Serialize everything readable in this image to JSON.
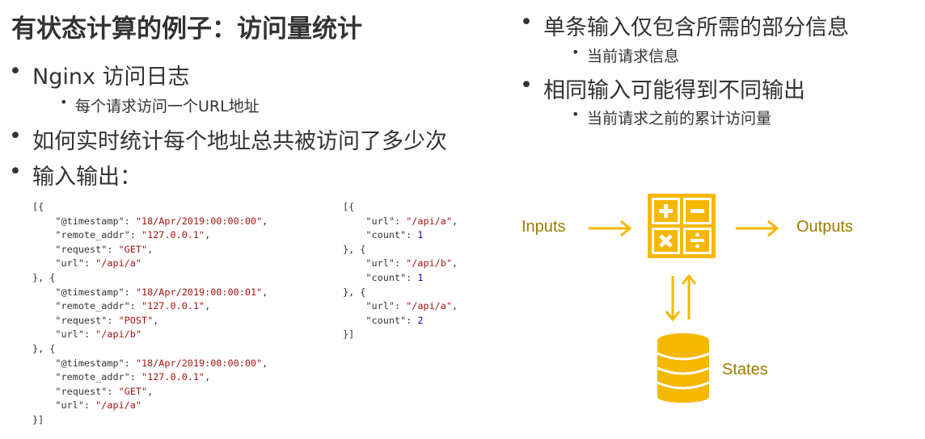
{
  "title": "有状态计算的例子：访问量统计",
  "left_bullets": [
    {
      "text": "Nginx 访问日志",
      "sub": [
        "每个请求访问一个URL地址"
      ]
    },
    {
      "text": "如何实时统计每个地址总共被访问了多少次",
      "sub": []
    },
    {
      "text": "输入输出：",
      "sub": []
    }
  ],
  "right_bullets": [
    {
      "text": "单条输入仅包含所需的部分信息",
      "sub": [
        "当前请求信息"
      ]
    },
    {
      "text": "相同输入可能得到不同输出",
      "sub": [
        "当前请求之前的累计访问量"
      ]
    }
  ],
  "input_records": [
    {
      "timestamp": "18/Apr/2019:00:00:00",
      "remote_addr": "127.0.0.1",
      "request": "GET",
      "url": "/api/a"
    },
    {
      "timestamp": "18/Apr/2019:00:00:01",
      "remote_addr": "127.0.0.1",
      "request": "POST",
      "url": "/api/b"
    },
    {
      "timestamp": "18/Apr/2019:00:00:00",
      "remote_addr": "127.0.0.1",
      "request": "GET",
      "url": "/api/a"
    }
  ],
  "output_records": [
    {
      "url": "/api/a",
      "count": 1
    },
    {
      "url": "/api/b",
      "count": 1
    },
    {
      "url": "/api/a",
      "count": 2
    }
  ],
  "diagram": {
    "inputs_label": "Inputs",
    "outputs_label": "Outputs",
    "states_label": "States",
    "accent_color": "#f5b800",
    "icons": [
      "calculator-icon",
      "database-icon"
    ]
  }
}
